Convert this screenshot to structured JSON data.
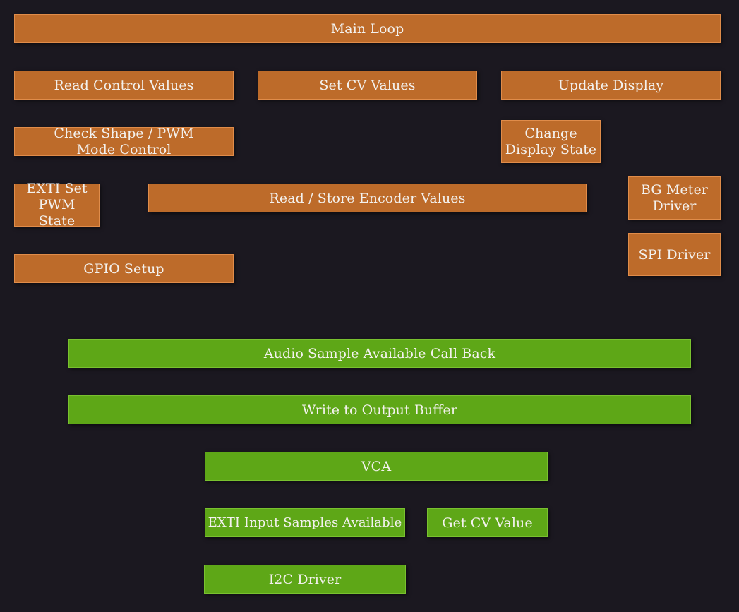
{
  "diagram": {
    "orange_color": "#bd6b2a",
    "green_color": "#5ea717",
    "background_color": "#1b1820",
    "orange_blocks": {
      "main_loop": "Main Loop",
      "read_control_values": "Read Control Values",
      "set_cv_values": "Set CV Values",
      "update_display": "Update Display",
      "check_shape_pwm": "Check Shape / PWM Mode Control",
      "change_display_state": "Change Display State",
      "exti_set_pwm": "EXTI Set PWM State",
      "read_store_encoder": "Read / Store Encoder Values",
      "bg_meter_driver": "BG Meter Driver",
      "spi_driver": "SPI Driver",
      "gpio_setup": "GPIO Setup"
    },
    "green_blocks": {
      "audio_sample_callback": "Audio Sample Available Call Back",
      "write_output_buffer": "Write to Output Buffer",
      "vca": "VCA",
      "exti_input_samples": "EXTI Input Samples Available",
      "get_cv_value": "Get CV Value",
      "i2c_driver": "I2C Driver"
    }
  }
}
